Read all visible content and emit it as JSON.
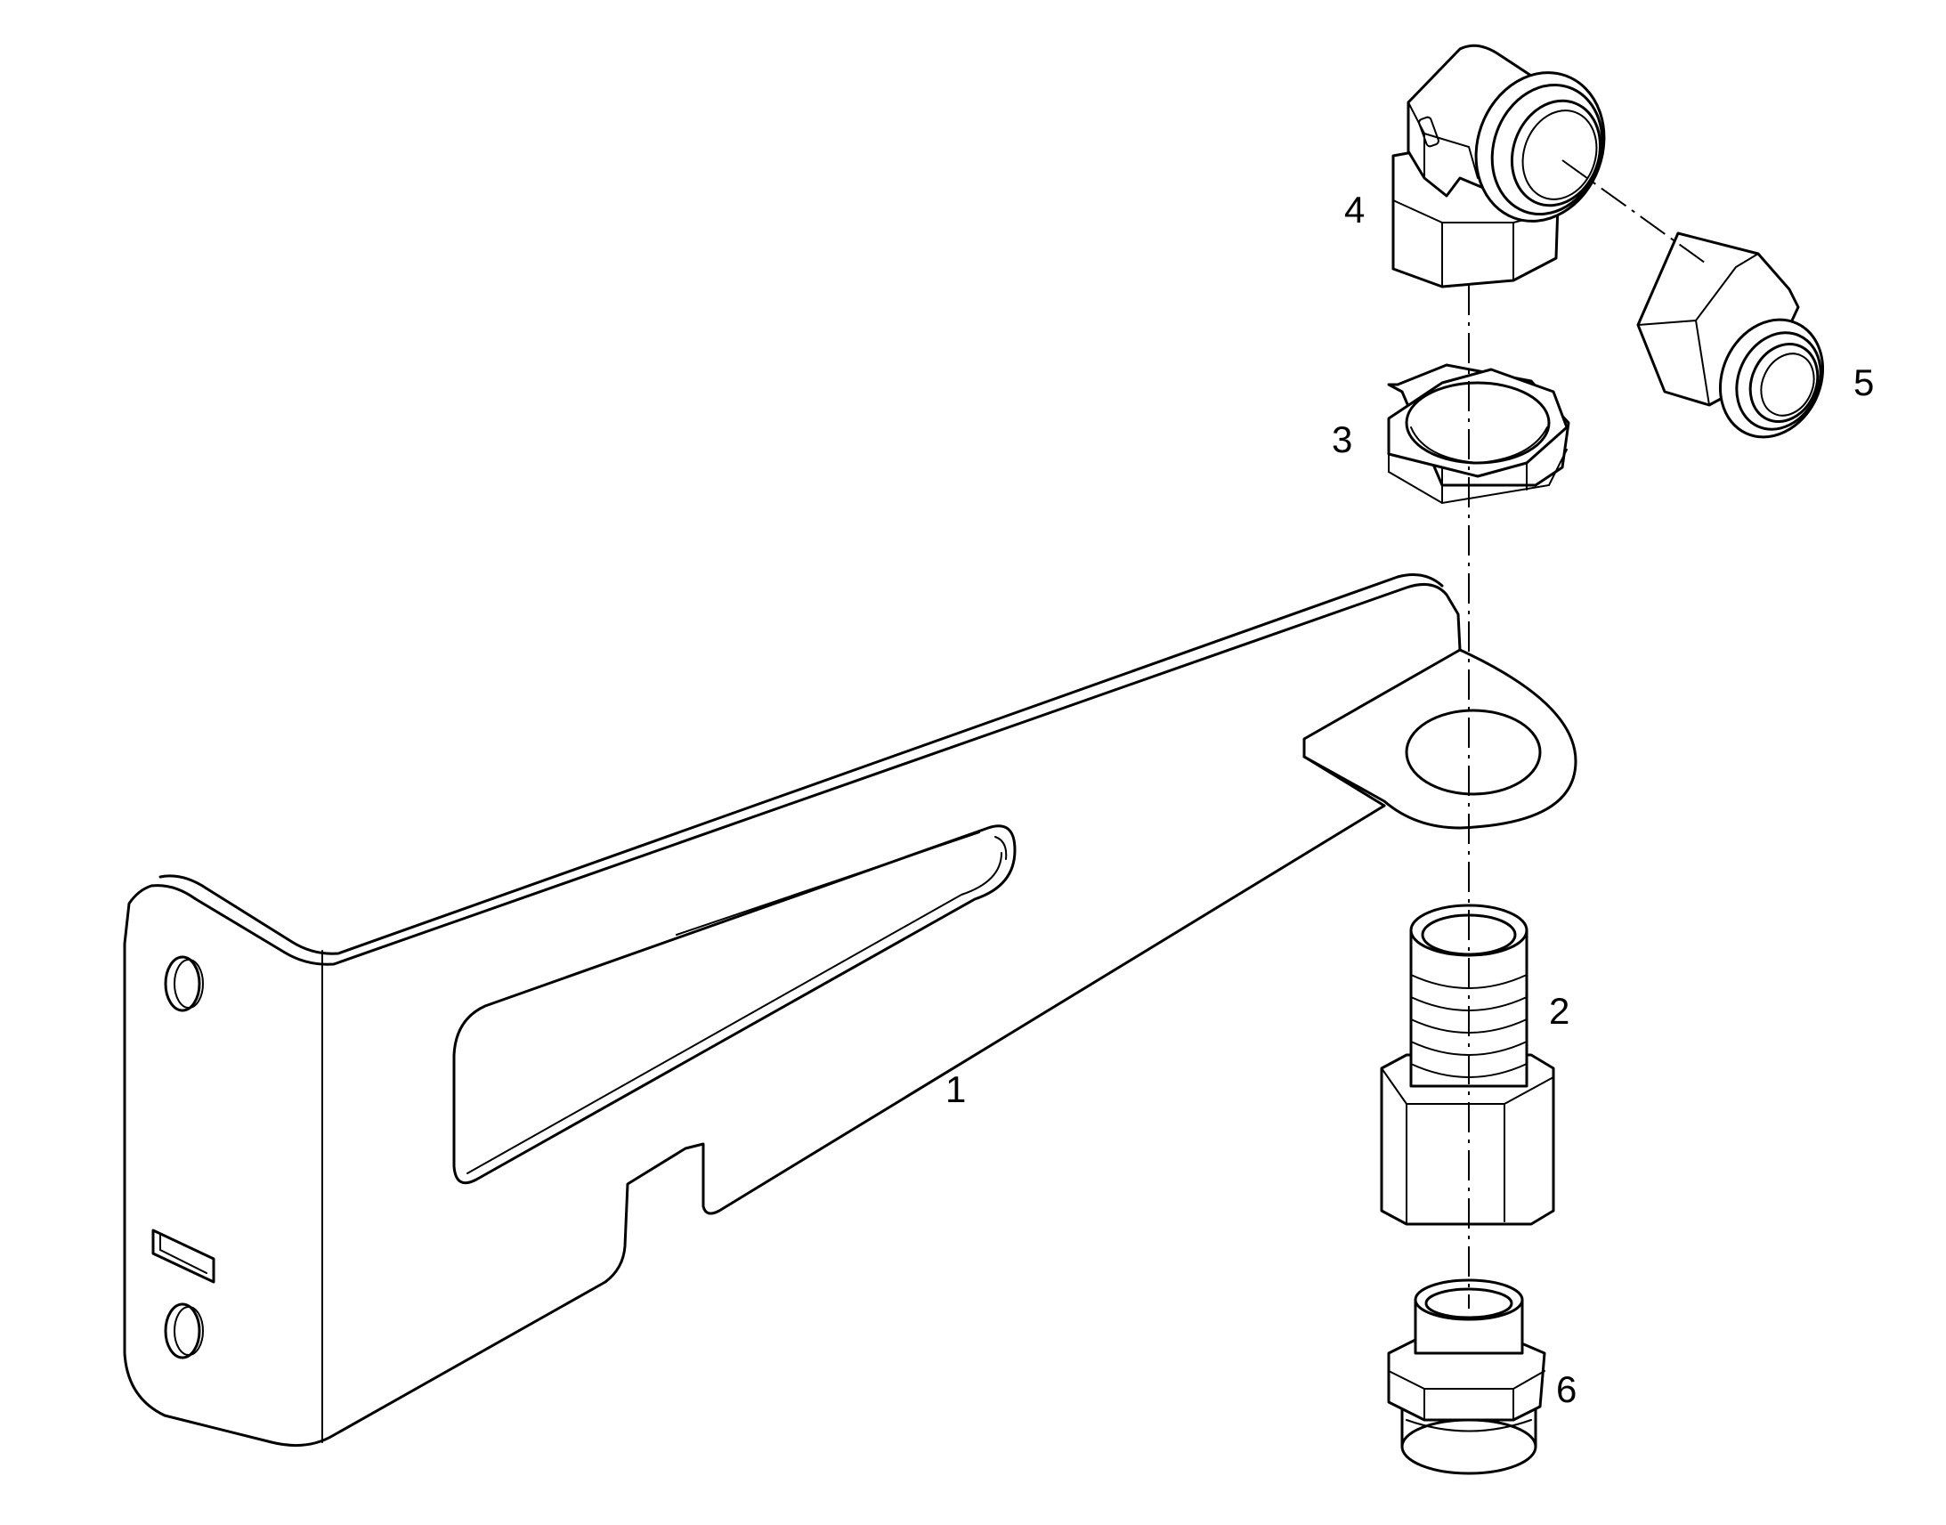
{
  "callouts": {
    "bracket": "1",
    "nipple": "2",
    "locknut": "3",
    "elbow": "4",
    "straight_connector": "5",
    "adapter": "6"
  },
  "colors": {
    "line": "#000000",
    "background": "#ffffff"
  }
}
